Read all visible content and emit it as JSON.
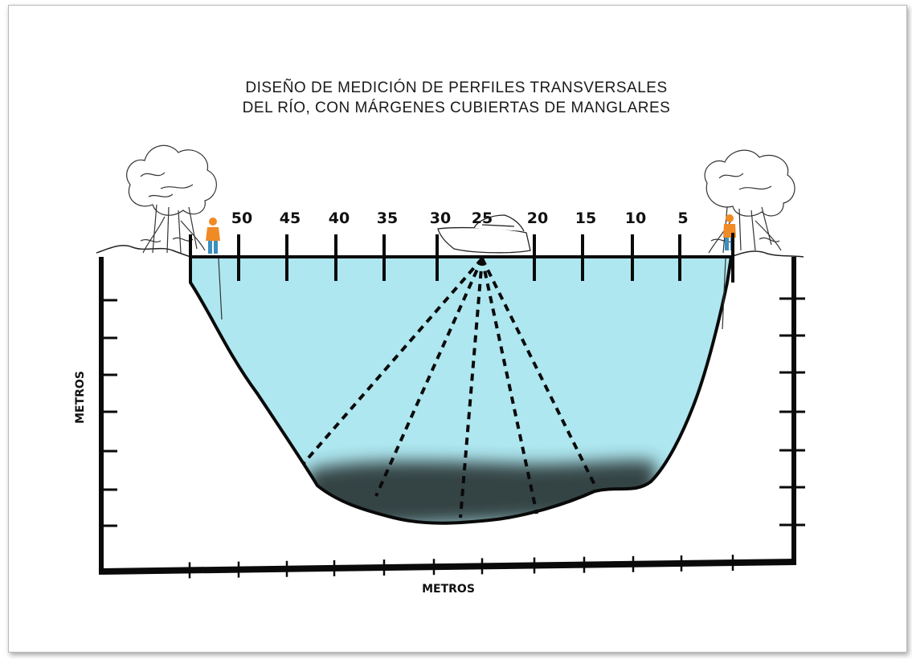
{
  "title": {
    "line1": "DISEÑO DE MEDICIÓN DE PERFILES TRANSVERSALES",
    "line2": "DEL RÍO, CON MÁRGENES CUBIERTAS DE MANGLARES"
  },
  "station_labels": [
    "50",
    "45",
    "40",
    "35",
    "30",
    "25",
    "20",
    "15",
    "10",
    "5"
  ],
  "x_axis_label": "METROS",
  "y_axis_label": "METROS",
  "colors": {
    "water": "#aee7f0",
    "sediment": "#2e3a3a",
    "line": "#0a0a0a",
    "person": "#f08a24",
    "person_legs": "#3a8fc0"
  },
  "icons": [
    "mangrove-tree-icon",
    "person-icon",
    "boat-icon"
  ]
}
